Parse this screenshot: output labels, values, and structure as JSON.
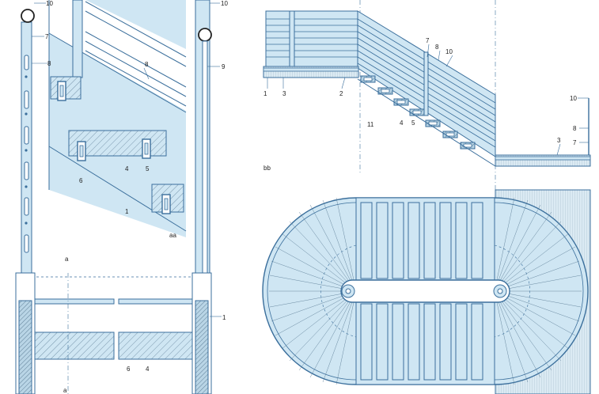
{
  "colors": {
    "fill": "#cfe6f3",
    "stroke": "#3b6f9c",
    "hatch": "#7a97ad",
    "ink": "#222222"
  },
  "callouts_left": {
    "c10a": "10",
    "c7a": "7",
    "c8a": "8",
    "c8b": "8",
    "c4a": "4",
    "c5a": "5",
    "c6a": "6",
    "c1a": "1",
    "c10b": "10",
    "c9a": "9",
    "caa": "aa",
    "ca1": "a",
    "ca2": "a",
    "c1b": "1",
    "c6b": "6",
    "c4b": "4"
  },
  "callouts_bb": {
    "c1": "1",
    "c3": "3",
    "c2": "2",
    "c7": "7",
    "c8": "8",
    "c10": "10",
    "c11": "11",
    "c4": "4",
    "c5": "5",
    "c10r": "10",
    "c8r": "8",
    "c7r": "7",
    "c3r": "3",
    "cbb": "bb"
  }
}
